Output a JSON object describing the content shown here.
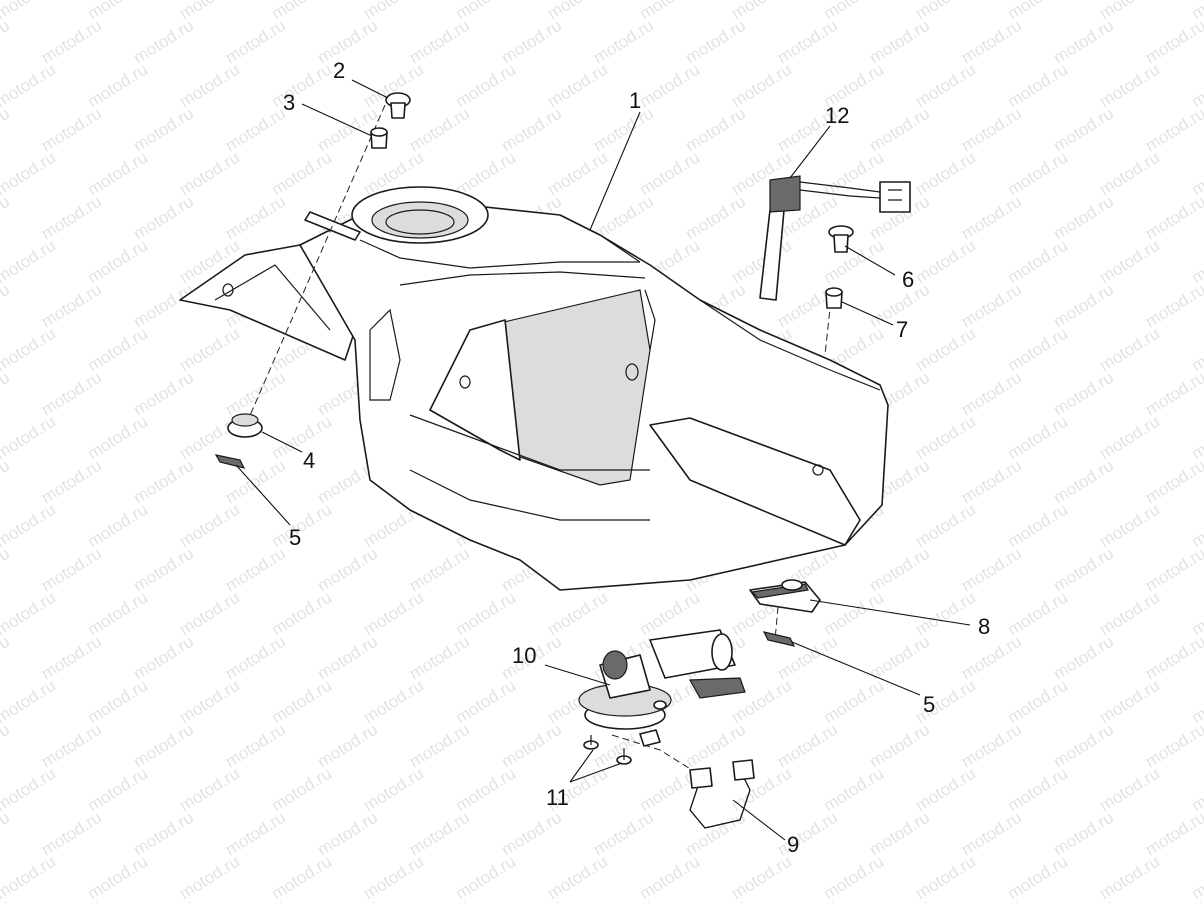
{
  "watermark": {
    "text": "motod.ru"
  },
  "callouts": [
    {
      "id": "1",
      "label": "1"
    },
    {
      "id": "2",
      "label": "2"
    },
    {
      "id": "3",
      "label": "3"
    },
    {
      "id": "4",
      "label": "4"
    },
    {
      "id": "5a",
      "label": "5"
    },
    {
      "id": "5b",
      "label": "5"
    },
    {
      "id": "6",
      "label": "6"
    },
    {
      "id": "7",
      "label": "7"
    },
    {
      "id": "8",
      "label": "8"
    },
    {
      "id": "9",
      "label": "9"
    },
    {
      "id": "10",
      "label": "10"
    },
    {
      "id": "11",
      "label": "11"
    },
    {
      "id": "12",
      "label": "12"
    }
  ]
}
